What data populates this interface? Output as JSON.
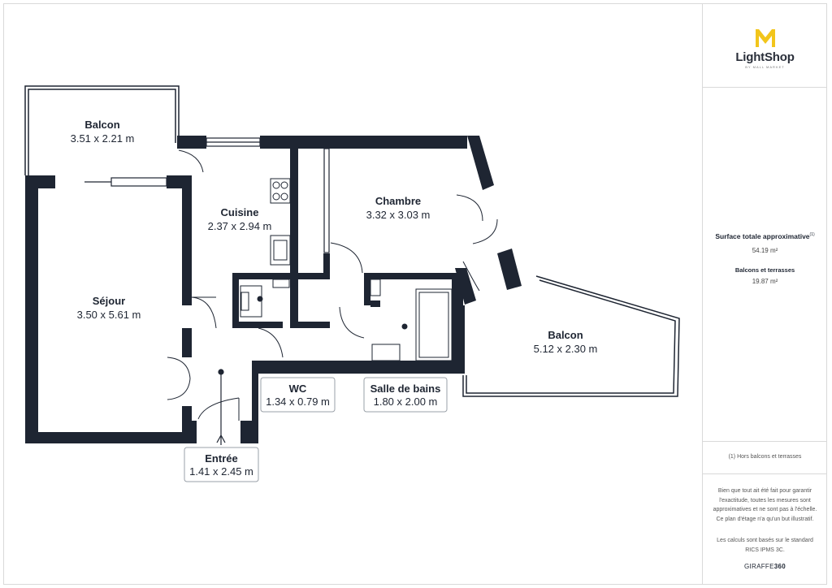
{
  "rooms": [
    {
      "name": "Balcon",
      "dimensions": "3.51 x 2.21 m",
      "boxed": false
    },
    {
      "name": "Cuisine",
      "dimensions": "2.37 x 2.94 m",
      "boxed": false
    },
    {
      "name": "Chambre",
      "dimensions": "3.32 x 3.03 m",
      "boxed": false
    },
    {
      "name": "Séjour",
      "dimensions": "3.50 x 5.61 m",
      "boxed": false
    },
    {
      "name": "Balcon",
      "dimensions": "5.12 x 2.30 m",
      "boxed": false
    },
    {
      "name": "WC",
      "dimensions": "1.34 x 0.79 m",
      "boxed": true
    },
    {
      "name": "Salle de bains",
      "dimensions": "1.80 x 2.00 m",
      "boxed": true
    },
    {
      "name": "Entrée",
      "dimensions": "1.41 x 2.45 m",
      "boxed": true
    }
  ],
  "sidebar": {
    "logo_name": "LightShop",
    "logo_sub": "BY MALL MARKET",
    "surface_label": "Surface totale approximative",
    "surface_note_ref": "(1)",
    "surface_value": "54.19 m²",
    "balconies_label": "Balcons et terrasses",
    "balconies_value": "19.87 m²",
    "footnote": "(1) Hors balcons et terrasses",
    "disclaimer": "Bien que tout ait été fait pour garantir l'exactitude, toutes les mesures sont approximatives et ne sont pas à l'échelle. Ce plan d'étage n'a qu'un but illustratif.",
    "calc_note": "Les calculs sont basés sur le standard RICS IPMS 3C.",
    "brand_left": "GIRAFFE",
    "brand_right": "360"
  },
  "colors": {
    "wall": "#1e2532",
    "line": "#1e2532",
    "accent": "#f2c51b",
    "panel_border": "#d9d9d9"
  },
  "icons": [
    "lightshop-logo-icon",
    "stove-icon",
    "sink-icon",
    "toilet-icon",
    "bathtub-icon",
    "door-swing-icon",
    "entrance-arrow-icon"
  ]
}
